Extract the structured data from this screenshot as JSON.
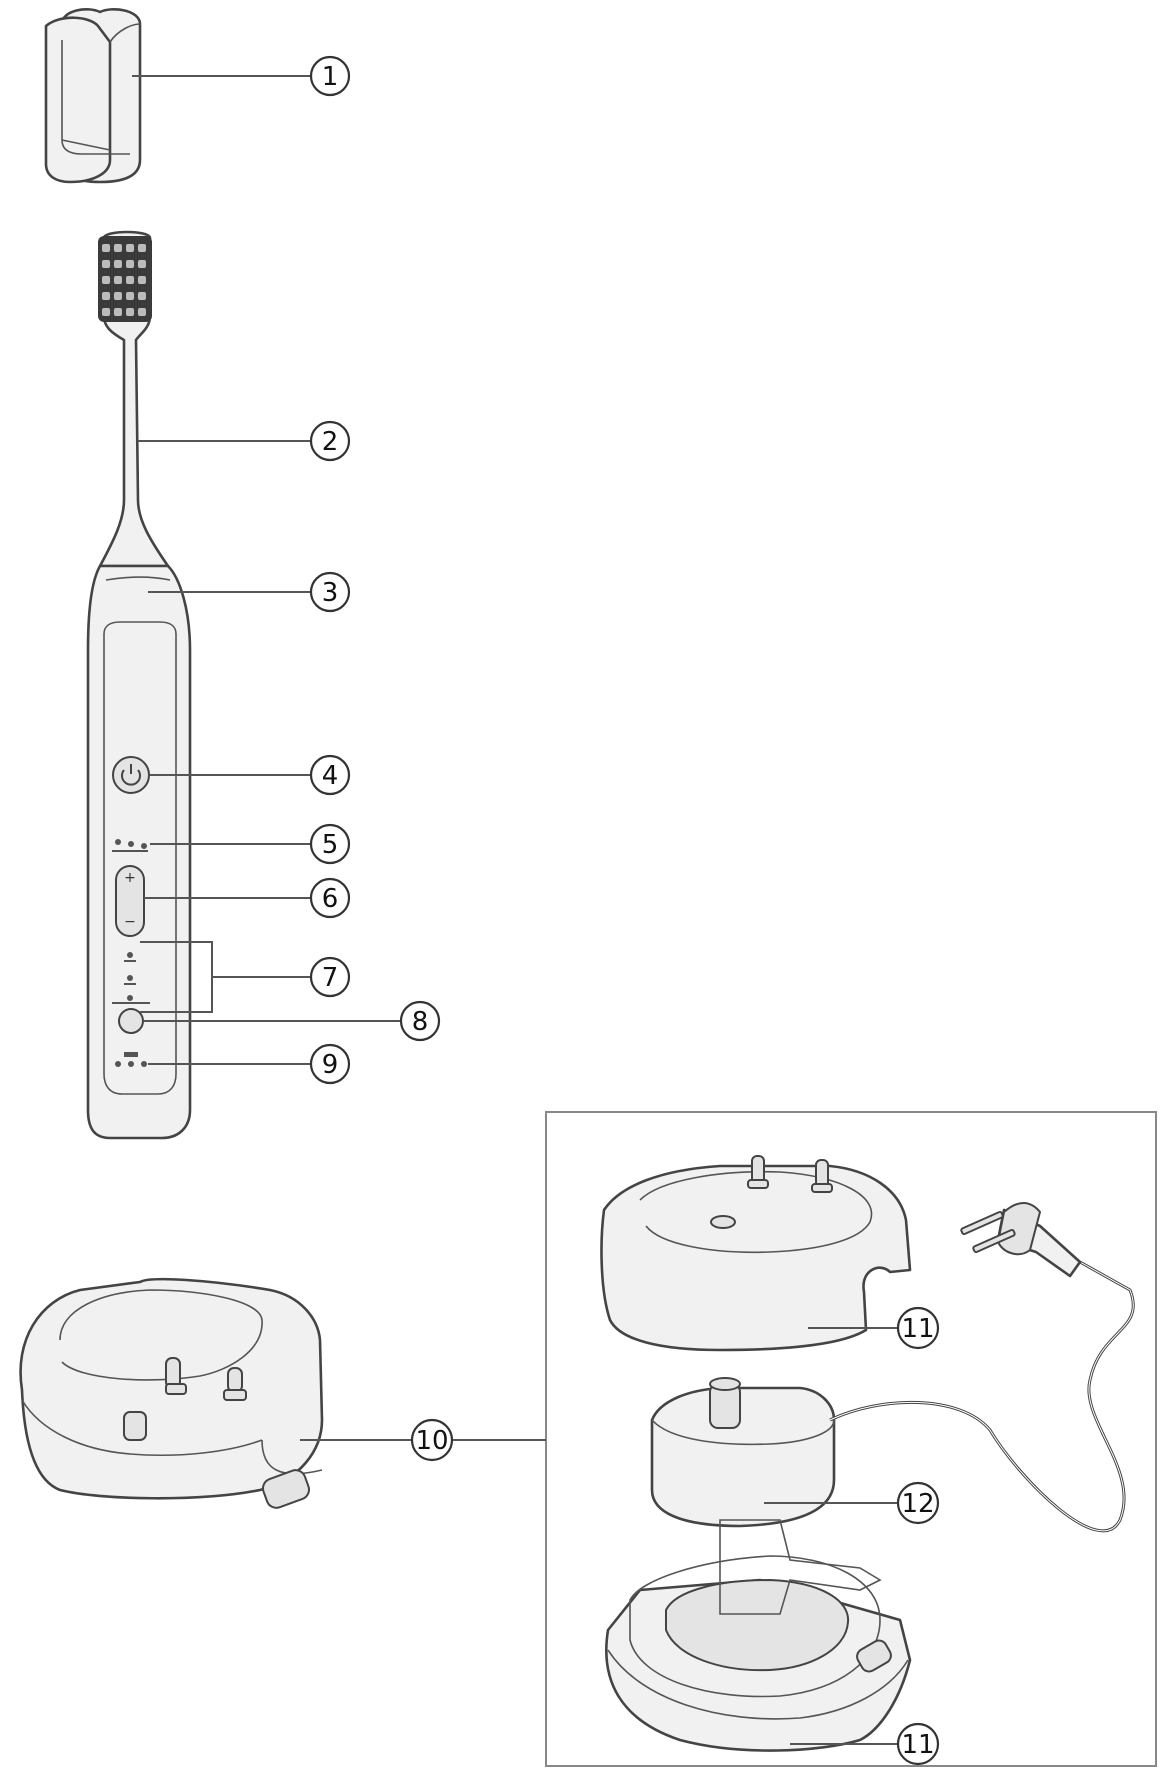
{
  "diagram": {
    "callouts": [
      {
        "id": "cap",
        "label": "1"
      },
      {
        "id": "brush-head",
        "label": "2"
      },
      {
        "id": "handle",
        "label": "3"
      },
      {
        "id": "power-button",
        "label": "4"
      },
      {
        "id": "mode-lights",
        "label": "5"
      },
      {
        "id": "intensity-button",
        "label": "6"
      },
      {
        "id": "routine-lights",
        "label": "7"
      },
      {
        "id": "routine-button",
        "label": "8"
      },
      {
        "id": "battery-indicator",
        "label": "9"
      },
      {
        "id": "charger",
        "label": "10"
      },
      {
        "id": "charger-cover",
        "label": "11"
      },
      {
        "id": "charger-unit",
        "label": "12"
      },
      {
        "id": "charger-base",
        "label": "11"
      }
    ],
    "handle_text": {
      "plus": "+",
      "minus": "−"
    }
  }
}
